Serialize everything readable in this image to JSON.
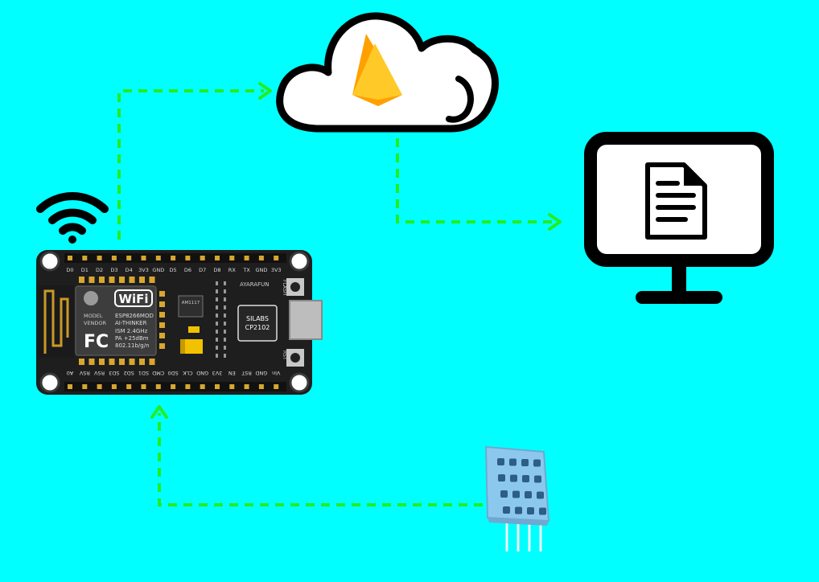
{
  "colors": {
    "background": "#00FFFF",
    "arrow": "#22EE22",
    "board": "#1E1E1E",
    "pin": "#D9A62E",
    "sensor": "#8CC8EE",
    "firebase_orange": "#F6A623",
    "firebase_yellow": "#FFCA28"
  },
  "icons": {
    "wifi": "wifi-icon",
    "cloud": "cloud-icon",
    "firebase": "firebase-icon",
    "monitor": "monitor-icon",
    "document": "document-icon",
    "sensor": "dht11-sensor-icon",
    "board": "nodemcu-esp8266-board"
  },
  "board": {
    "top_pins": [
      "D0",
      "D1",
      "D2",
      "D3",
      "D4",
      "3V3",
      "GND",
      "D5",
      "D6",
      "D7",
      "D8",
      "RX",
      "TX",
      "GND",
      "3V3"
    ],
    "bottom_pins": [
      "A0",
      "RSV",
      "RSV",
      "SD3",
      "SD2",
      "SD1",
      "CMD",
      "SD0",
      "CLK",
      "GND",
      "3V3",
      "EN",
      "RST",
      "GND",
      "Vin"
    ],
    "wifi_logo": "WiFi",
    "model_label": "MODEL",
    "vendor_label": "VENDOR",
    "module_model": "ESP8266MOD",
    "module_vendor": "AI-THINKER",
    "fcc": "FC",
    "spec_freq": "ISM 2.4GHz",
    "spec_power": "PA +25dBm",
    "spec_std": "802.11b/g/n",
    "regulator": "AM1117",
    "brand": "AYARAFUN",
    "chip_line1": "SILABS",
    "chip_line2": "CP2102",
    "flash_label": "FLASH",
    "rst_label": "RST"
  }
}
